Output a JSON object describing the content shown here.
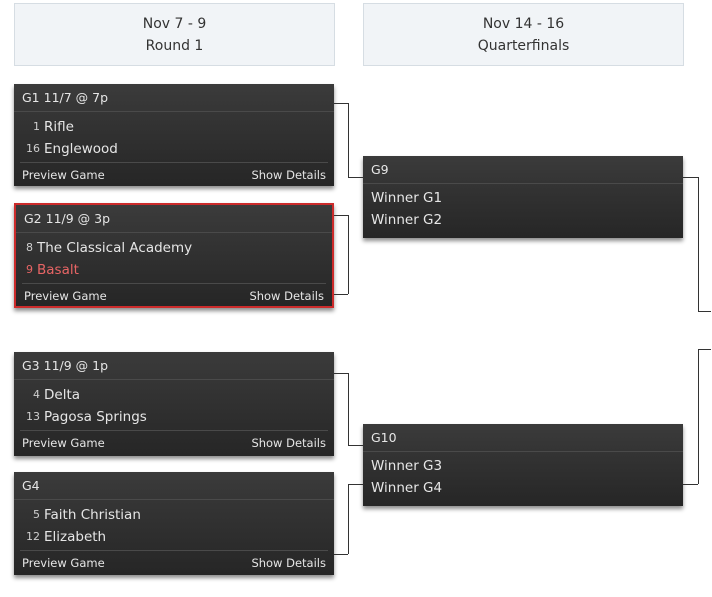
{
  "rounds": [
    {
      "dates": "Nov 7 - 9",
      "name": "Round 1"
    },
    {
      "dates": "Nov 14 - 16",
      "name": "Quarterfinals"
    }
  ],
  "footer": {
    "preview": "Preview Game",
    "details": "Show Details"
  },
  "games": [
    {
      "title": "G1 11/7 @ 7p",
      "teams": [
        {
          "seed": "1",
          "name": "Rifle"
        },
        {
          "seed": "16",
          "name": "Englewood"
        }
      ]
    },
    {
      "title": "G2 11/9 @ 3p",
      "teams": [
        {
          "seed": "8",
          "name": "The Classical Academy"
        },
        {
          "seed": "9",
          "name": "Basalt"
        }
      ]
    },
    {
      "title": "G3 11/9 @ 1p",
      "teams": [
        {
          "seed": "4",
          "name": "Delta"
        },
        {
          "seed": "13",
          "name": "Pagosa Springs"
        }
      ]
    },
    {
      "title": "G4",
      "teams": [
        {
          "seed": "5",
          "name": "Faith Christian"
        },
        {
          "seed": "12",
          "name": "Elizabeth"
        }
      ]
    }
  ],
  "quarterfinals": [
    {
      "title": "G9",
      "lines": [
        "Winner G1",
        "Winner G2"
      ]
    },
    {
      "title": "G10",
      "lines": [
        "Winner G3",
        "Winner G4"
      ]
    }
  ]
}
